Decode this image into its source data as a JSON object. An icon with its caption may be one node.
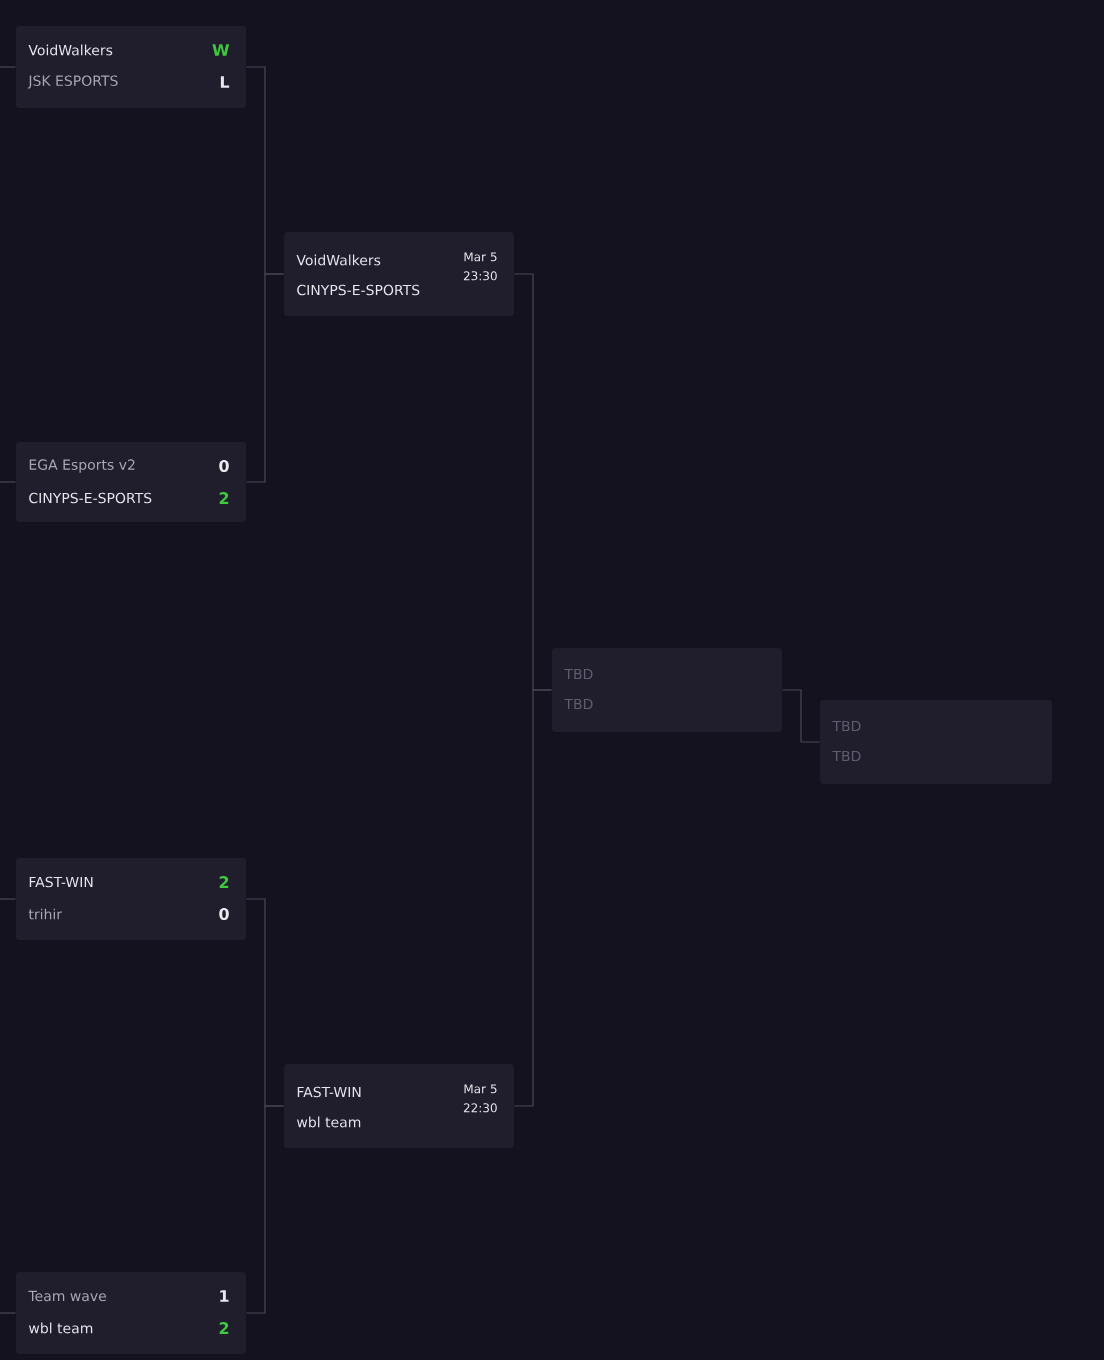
{
  "diagram": {
    "nodes": [
      {
        "text": [
          "VoidWalkers",
          "W",
          "JSK ESPORTS",
          "L"
        ]
      },
      {
        "text": [
          "EGA Esports v2",
          "0",
          "CINYPS-E-SPORTS",
          "2"
        ]
      },
      {
        "text": [
          "VoidWalkers",
          "CINYPS-E-SPORTS",
          "Mar 5 23:30"
        ]
      },
      {
        "text": [
          "FAST-WIN",
          "2",
          "trihir",
          "0"
        ]
      },
      {
        "text": [
          "Team wave",
          "1",
          "wbl team",
          "2"
        ]
      },
      {
        "text": [
          "FAST-WIN",
          "wbl team",
          "Mar 5 22:30"
        ]
      },
      {
        "text": [
          "TBD",
          "TBD"
        ]
      },
      {
        "text": [
          "TBD",
          "TBD"
        ]
      }
    ],
    "edges": [
      {
        "from": null,
        "to": 0,
        "arrow": "none"
      },
      {
        "from": null,
        "to": 1,
        "arrow": "none"
      },
      {
        "from": null,
        "to": 3,
        "arrow": "none"
      },
      {
        "from": null,
        "to": 4,
        "arrow": "none"
      },
      {
        "from": 0,
        "to": 2,
        "arrow": "none"
      },
      {
        "from": 1,
        "to": 2,
        "arrow": "none"
      },
      {
        "from": 3,
        "to": 5,
        "arrow": "none"
      },
      {
        "from": 4,
        "to": 5,
        "arrow": "none"
      },
      {
        "from": 2,
        "to": 6,
        "arrow": "none"
      },
      {
        "from": 5,
        "to": 6,
        "arrow": "none"
      },
      {
        "from": 6,
        "to": 7,
        "arrow": "none"
      }
    ]
  }
}
